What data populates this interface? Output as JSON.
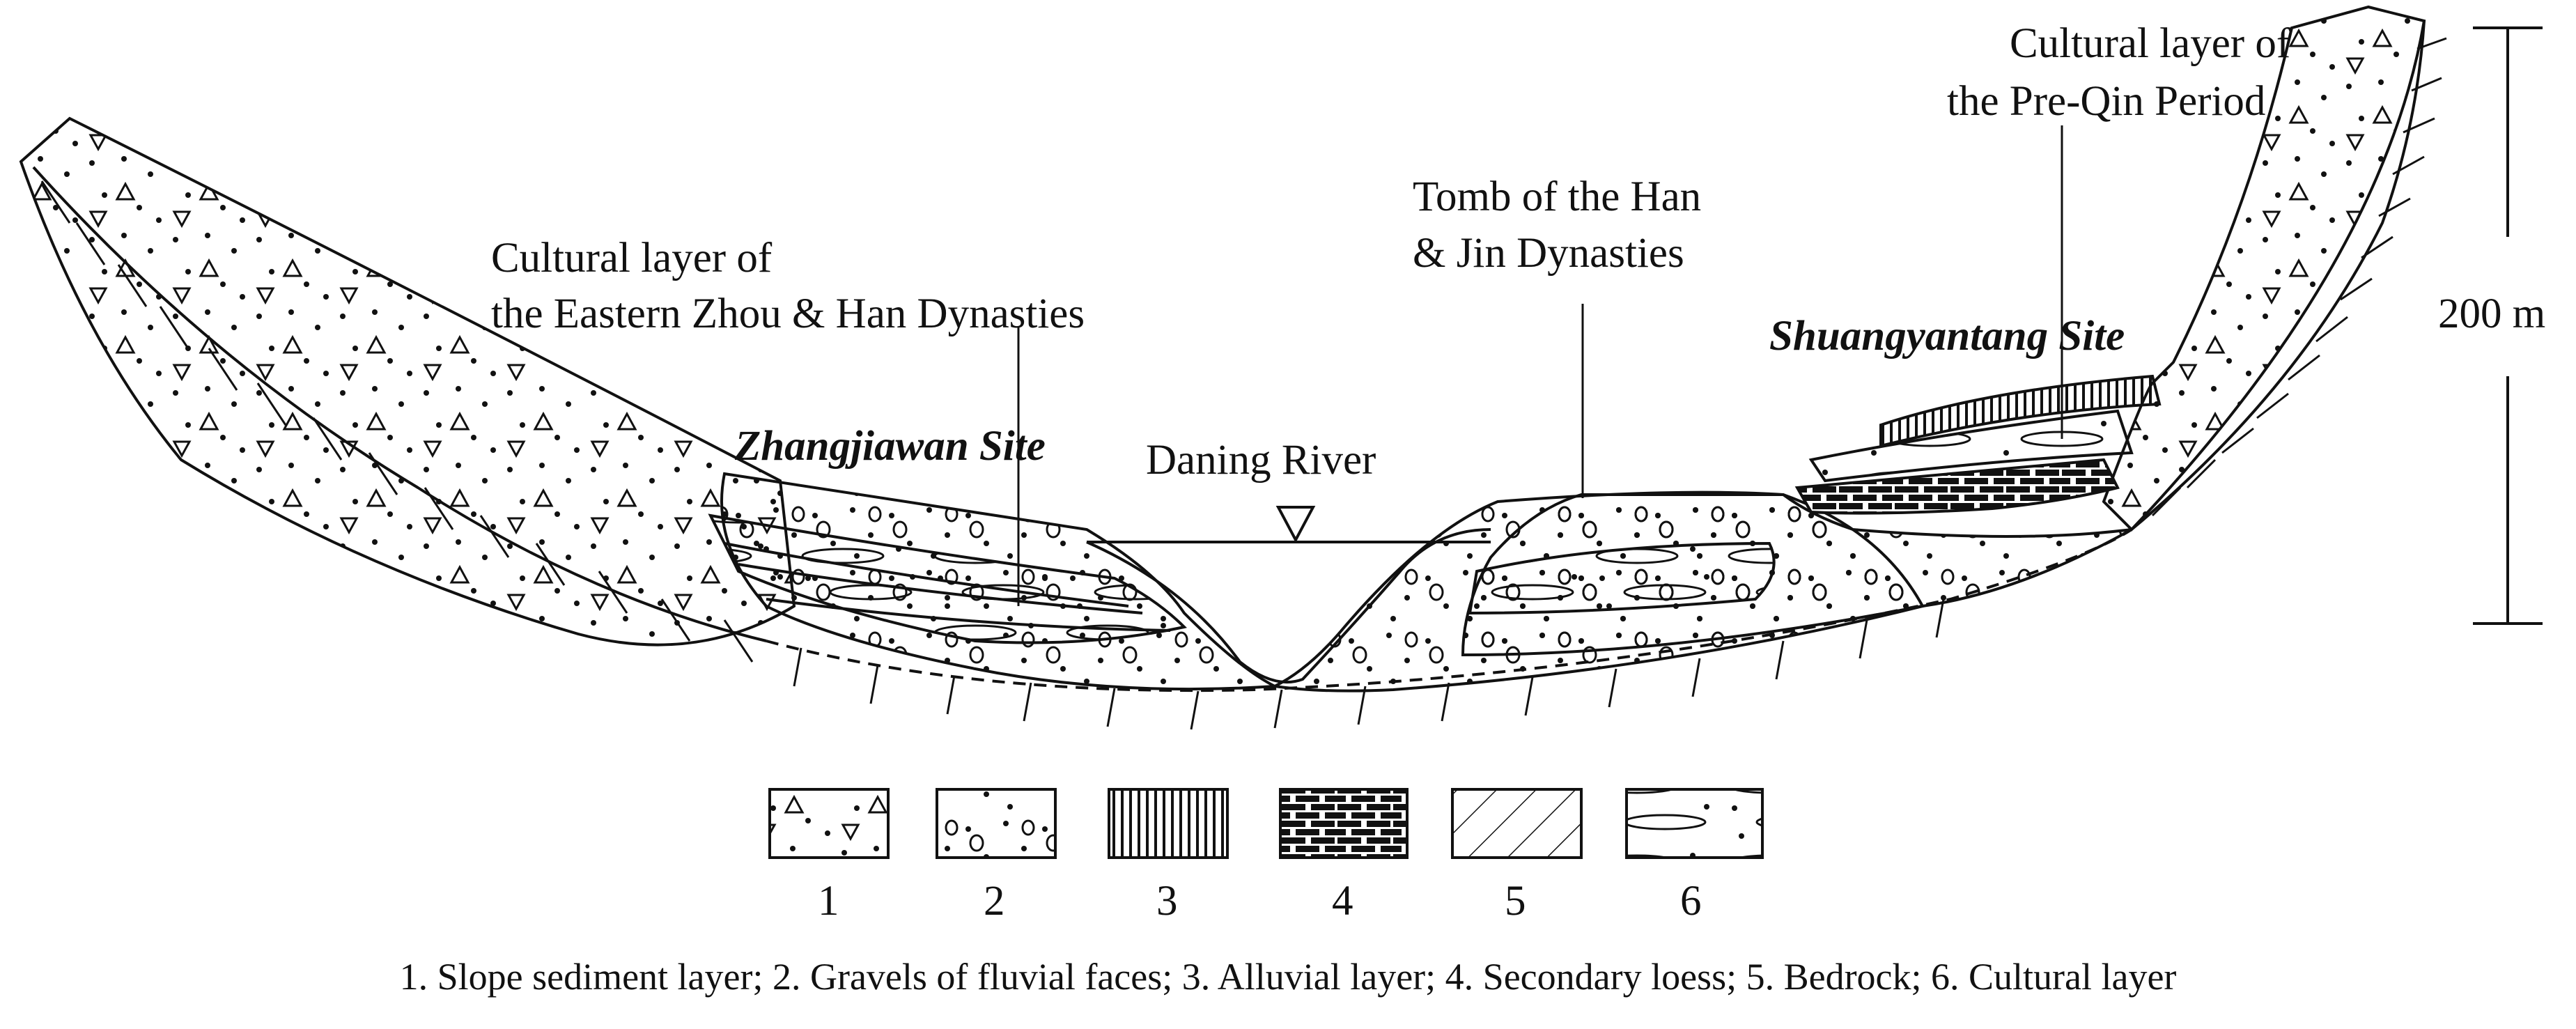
{
  "labels": {
    "eastern_zhou_line1": "Cultural layer of",
    "eastern_zhou_line2": "the Eastern Zhou & Han Dynasties",
    "tomb_line1": "Tomb of the Han",
    "tomb_line2": "& Jin Dynasties",
    "preqin_line1": "Cultural layer of",
    "preqin_line2": "the Pre-Qin Period",
    "zhangjiawan_site": "Zhangjiawan Site",
    "shuangyantang_site": "Shuangyantang Site",
    "river": "Daning River",
    "scale": "200 m"
  },
  "legend": {
    "items": [
      {
        "number": "1",
        "pattern": "slope-sediment"
      },
      {
        "number": "2",
        "pattern": "gravels"
      },
      {
        "number": "3",
        "pattern": "alluvial"
      },
      {
        "number": "4",
        "pattern": "secondary-loess"
      },
      {
        "number": "5",
        "pattern": "bedrock"
      },
      {
        "number": "6",
        "pattern": "cultural-layer"
      }
    ],
    "caption": "1. Slope sediment layer; 2. Gravels of fluvial faces; 3. Alluvial layer; 4. Secondary loess; 5. Bedrock; 6. Cultural layer"
  }
}
